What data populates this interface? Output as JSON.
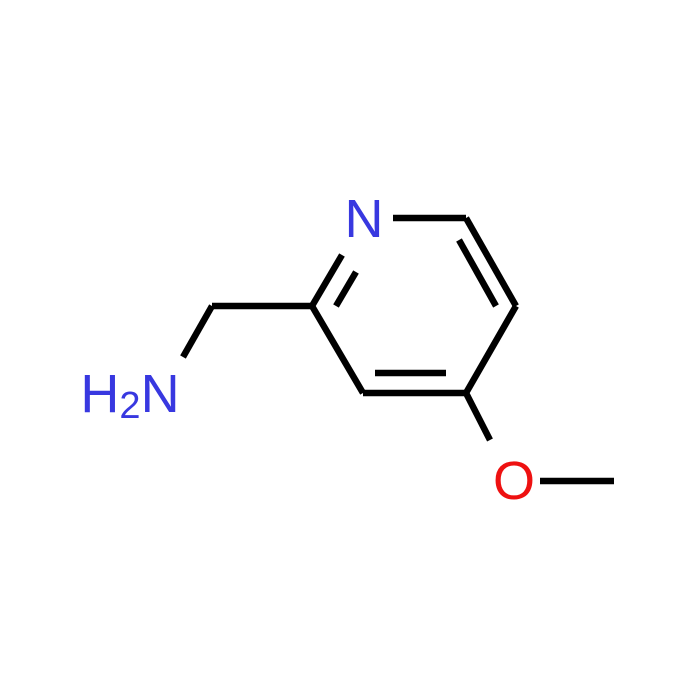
{
  "molecule": {
    "atoms": {
      "nitrogen_ring": {
        "symbol": "N",
        "color": "#3838e0"
      },
      "oxygen": {
        "symbol": "O",
        "color": "#ee1111"
      },
      "amine": {
        "symbol_h": "H",
        "subscript": "2",
        "symbol_n": "N",
        "color": "#3838e0"
      }
    },
    "bond_color": "#000000"
  }
}
